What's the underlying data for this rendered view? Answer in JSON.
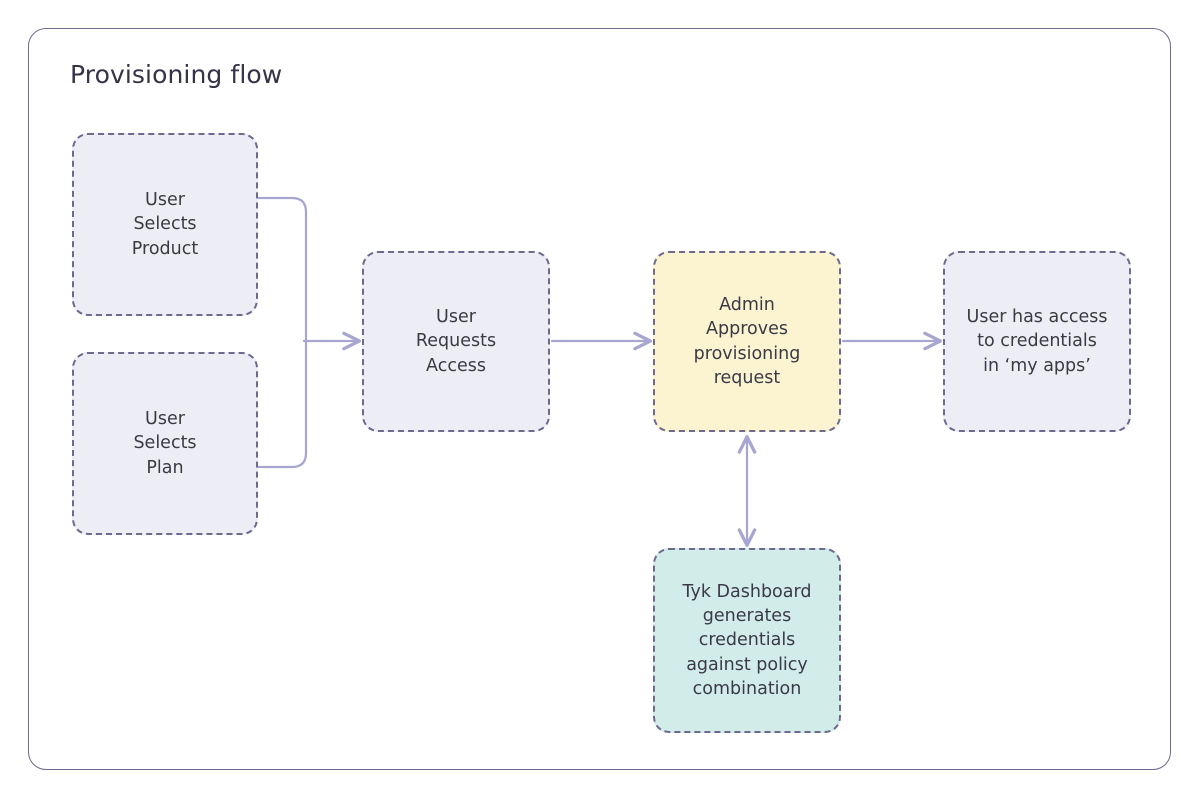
{
  "diagram": {
    "title": "Provisioning flow",
    "type": "flowchart",
    "colors": {
      "frame_border": "#6d6a8e",
      "node_border": "#6d6a8e",
      "node_fill_lavender": "#ededf6",
      "node_fill_yellow": "#fcf4d1",
      "node_fill_teal": "#d2ecea",
      "connector": "#a6a6d0",
      "title_text": "#353347",
      "node_text": "#3a3a47",
      "background": "#ffffff"
    },
    "nodes": [
      {
        "id": "user-selects-product",
        "label": "User\nSelects\nProduct",
        "fill": "lavender"
      },
      {
        "id": "user-selects-plan",
        "label": "User\nSelects\nPlan",
        "fill": "lavender"
      },
      {
        "id": "user-requests-access",
        "label": "User\nRequests\nAccess",
        "fill": "lavender"
      },
      {
        "id": "admin-approves",
        "label": "Admin\nApproves\nprovisioning\nrequest",
        "fill": "yellow"
      },
      {
        "id": "user-has-access",
        "label": "User has access\nto credentials\nin ‘my apps’",
        "fill": "lavender"
      },
      {
        "id": "tyk-dashboard",
        "label": "Tyk Dashboard\ngenerates\ncredentials\nagainst policy\ncombination",
        "fill": "teal"
      }
    ],
    "edges": [
      {
        "from": "user-selects-product",
        "to": "user-requests-access",
        "style": "elbow",
        "arrow": "single"
      },
      {
        "from": "user-selects-plan",
        "to": "user-requests-access",
        "style": "elbow",
        "arrow": "single"
      },
      {
        "from": "user-requests-access",
        "to": "admin-approves",
        "style": "straight",
        "arrow": "single"
      },
      {
        "from": "admin-approves",
        "to": "user-has-access",
        "style": "straight",
        "arrow": "single"
      },
      {
        "from": "admin-approves",
        "to": "tyk-dashboard",
        "style": "straight",
        "arrow": "double"
      }
    ]
  }
}
